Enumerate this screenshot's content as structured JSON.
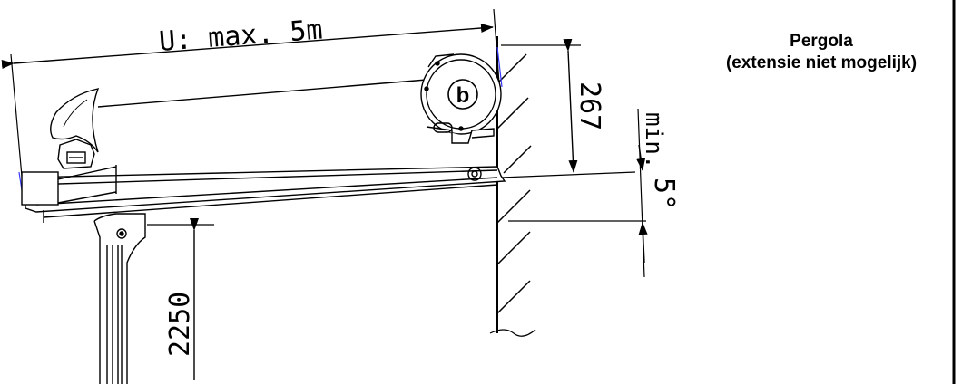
{
  "caption": {
    "line1": "Pergola",
    "line2": "(extensie niet mogelijk)"
  },
  "dimensions": {
    "width": "U: max. 5m",
    "height": "267",
    "angle_min": "min.",
    "angle_value": "5°",
    "post_height": "2250"
  },
  "logo": {
    "letter": "b"
  },
  "colors": {
    "line": "#000000",
    "background": "#ffffff",
    "accent_tick": "#3a3aff"
  }
}
